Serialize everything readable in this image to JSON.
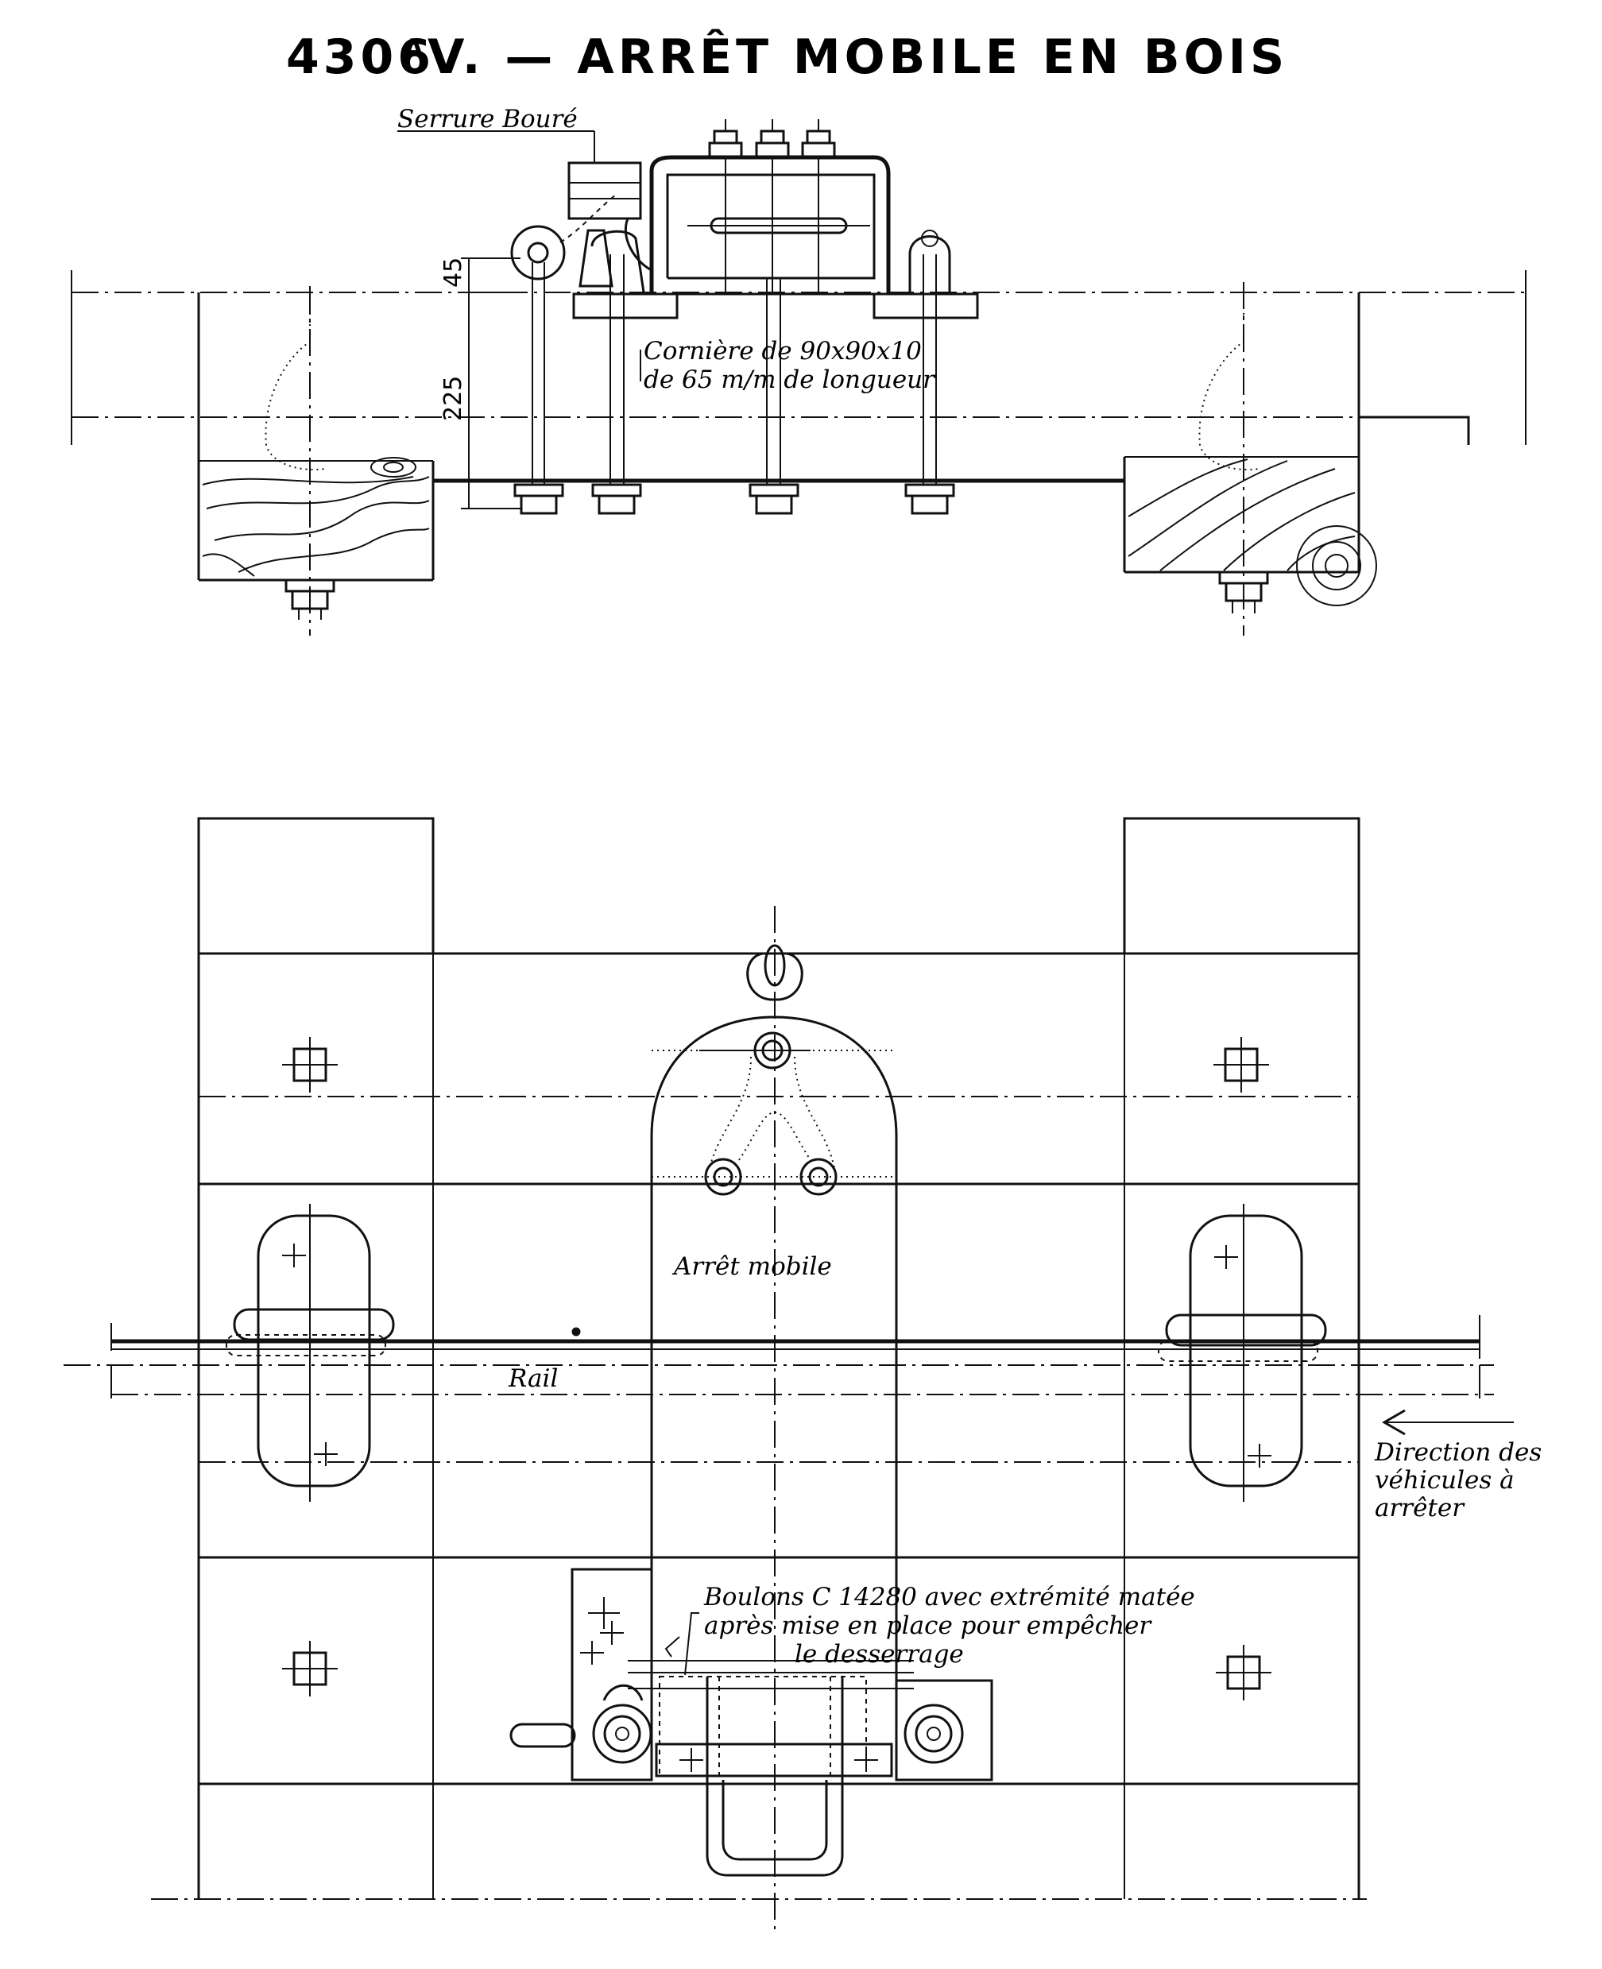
{
  "title": {
    "number": "4306",
    "superscript": "A",
    "text": "V. — ARRÊT MOBILE EN BOIS"
  },
  "elevation": {
    "serrure_label": "Serrure Bouré",
    "dim_top": "45",
    "dim_main": "225",
    "corniere_line1": "Cornière de 90x90x10",
    "corniere_line2": "de 65 m/m de longueur"
  },
  "plan": {
    "arret_label": "Arrêt  mobile",
    "rail_label": "Rail",
    "direction_line1": "Direction des",
    "direction_line2": "véhicules à",
    "direction_line3": "arrêter",
    "boulons_line1": "Boulons  C 14280  avec extrémité matée",
    "boulons_line2": "après mise en place pour empêcher",
    "boulons_line3": "le   desserrage"
  },
  "colors": {
    "ink": "#111111",
    "paper": "#ffffff"
  }
}
